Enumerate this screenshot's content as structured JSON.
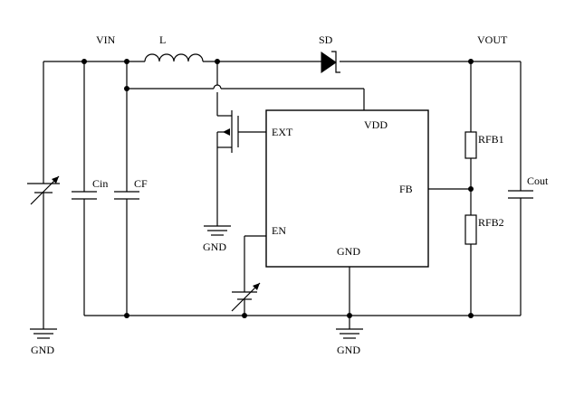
{
  "labels": {
    "vin": "VIN",
    "l": "L",
    "sd": "SD",
    "vout": "VOUT",
    "ext": "EXT",
    "vdd": "VDD",
    "fb": "FB",
    "en": "EN",
    "gnd_ic": "GND",
    "gnd_mosfet": "GND",
    "gnd_left": "GND",
    "gnd_bottom": "GND",
    "cin": "Cin",
    "cf": "CF",
    "rfb1": "RFB1",
    "rfb2": "RFB2",
    "cout": "Cout"
  }
}
